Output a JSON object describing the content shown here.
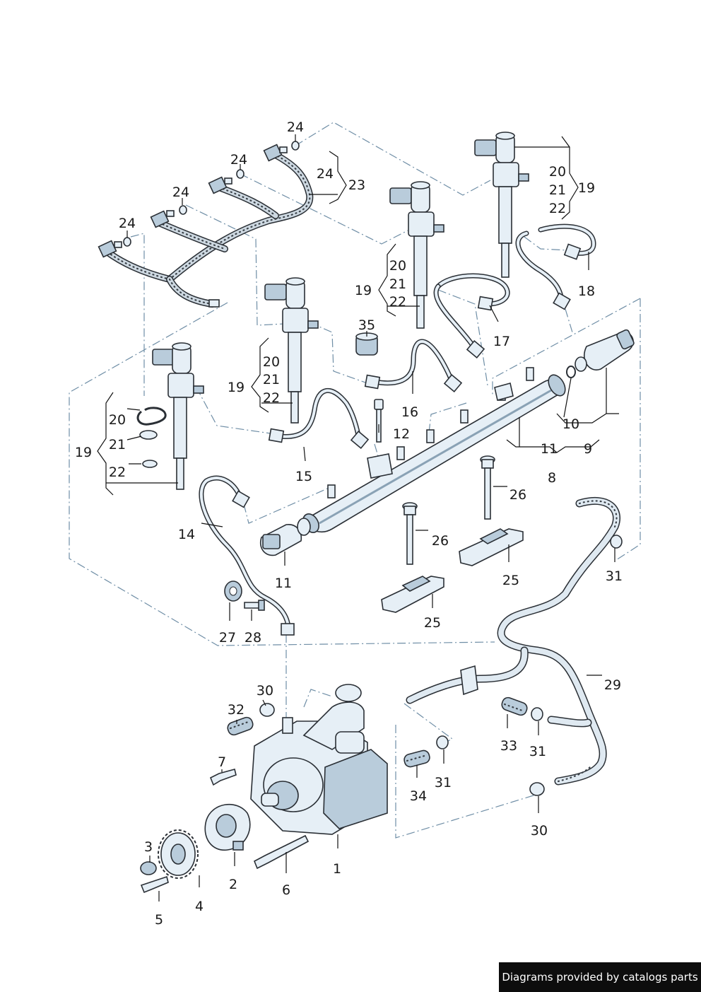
{
  "footer": {
    "credit": "Diagrams provided by catalogs parts"
  },
  "labels": {
    "l1": "1",
    "l2": "2",
    "l3": "3",
    "l4": "4",
    "l5": "5",
    "l6": "6",
    "l7": "7",
    "l8": "8",
    "l9": "9",
    "l10": "10",
    "l11a": "11",
    "l11b": "11",
    "l12": "12",
    "l14": "14",
    "l15": "15",
    "l16": "16",
    "l17": "17",
    "l18": "18",
    "l19a": "19",
    "l19b": "19",
    "l19c": "19",
    "l19d": "19",
    "l20a": "20",
    "l20b": "20",
    "l20c": "20",
    "l20d": "20",
    "l21a": "21",
    "l21b": "21",
    "l21c": "21",
    "l21d": "21",
    "l22a": "22",
    "l22b": "22",
    "l22c": "22",
    "l22d": "22",
    "l23": "23",
    "l24a": "24",
    "l24b": "24",
    "l24c": "24",
    "l24d": "24",
    "l24e": "24",
    "l25a": "25",
    "l25b": "25",
    "l26a": "26",
    "l26b": "26",
    "l27": "27",
    "l28": "28",
    "l29": "29",
    "l30a": "30",
    "l30b": "30",
    "l31a": "31",
    "l31b": "31",
    "l31c": "31",
    "l32": "32",
    "l33": "33",
    "l34": "34",
    "l35": "35"
  }
}
